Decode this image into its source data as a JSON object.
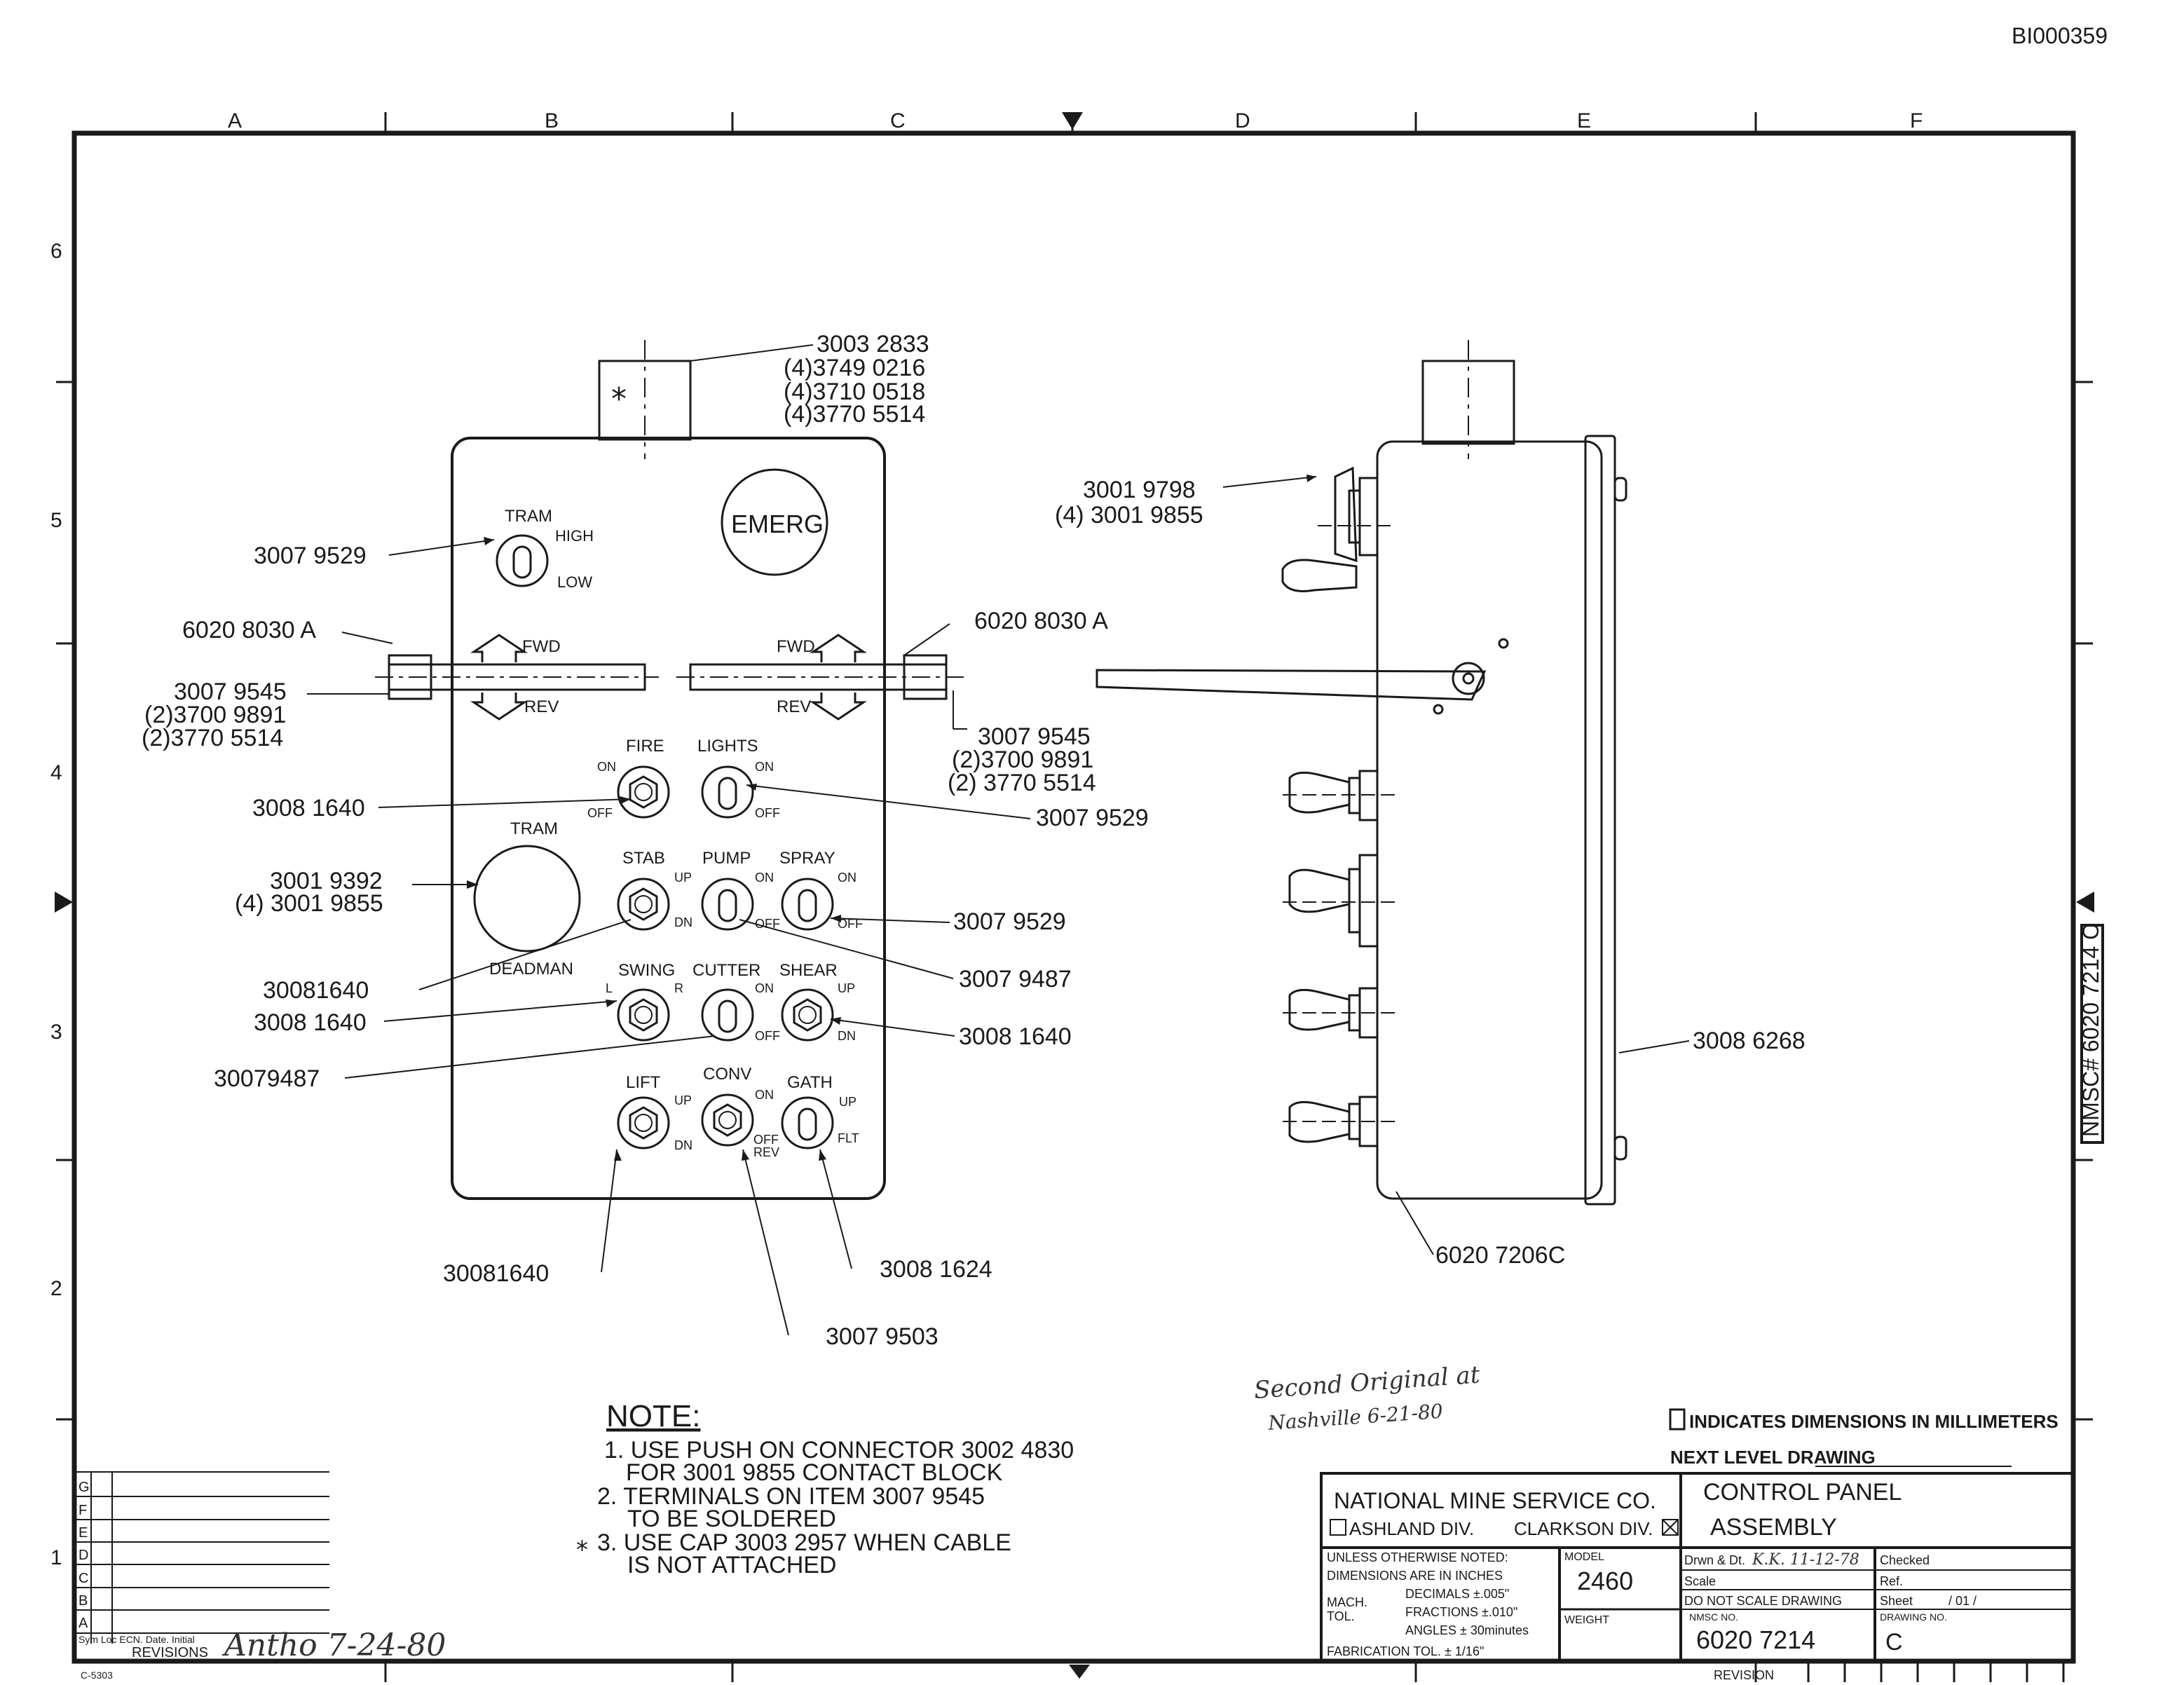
{
  "doc_id": "BI000359",
  "border": {
    "cols": [
      "A",
      "B",
      "C",
      "D",
      "E",
      "F"
    ],
    "rows": [
      "6",
      "5",
      "4",
      "3",
      "2",
      "1"
    ]
  },
  "front": {
    "emerg": "EMERG",
    "tram_label": "TRAM",
    "tram_high": "HIGH",
    "tram_low": "LOW",
    "fwd_left": "FWD",
    "rev_left": "REV",
    "fwd_right": "FWD",
    "rev_right": "REV",
    "fire": "FIRE",
    "fire_on": "ON",
    "fire_off": "OFF",
    "lights": "LIGHTS",
    "lights_on": "ON",
    "lights_off": "OFF",
    "tram2": "TRAM",
    "deadman": "DEADMAN",
    "stab": "STAB",
    "stab_up": "UP",
    "stab_dn": "DN",
    "pump": "PUMP",
    "pump_on": "ON",
    "pump_off": "OFF",
    "spray": "SPRAY",
    "spray_on": "ON",
    "spray_off": "OFF",
    "swing": "SWING",
    "swing_l": "L",
    "swing_r": "R",
    "cutter": "CUTTER",
    "cutter_on": "ON",
    "cutter_off": "OFF",
    "shear": "SHEAR",
    "shear_up": "UP",
    "shear_dn": "DN",
    "lift": "LIFT",
    "lift_up": "UP",
    "lift_dn": "DN",
    "conv": "CONV",
    "conv_on": "ON",
    "conv_off": "OFF",
    "conv_rev": "REV",
    "gath": "GATH",
    "gath_up": "UP",
    "gath_flt": "FLT"
  },
  "callouts": {
    "top1": "3003 2833",
    "top2": "(4)3749 0216",
    "top3": "(4)3710 0518",
    "top4": "(4)3770 5514",
    "tram_sw": "3007 9529",
    "handle_left": "6020 8030 A",
    "handle_right": "6020 8030 A",
    "lever_left1": "3007 9545",
    "lever_left2": "(2)3700 9891",
    "lever_left3": "(2)3770 5514",
    "lever_right1": "3007 9545",
    "lever_right2": "(2)3700 9891",
    "lever_right3": "(2) 3770 5514",
    "fire_sw": "3008 1640",
    "lights_sw": "3007 9529",
    "deadman1": "3001 9392",
    "deadman2": "(4) 3001 9855",
    "spray_sw": "3007 9529",
    "stab_sw": "30081640",
    "pump_sw": "3007 9487",
    "swing_sw": "3008 1640",
    "shear_sw": "3008 1640",
    "cutter_sw": "30079487",
    "lift_sw": "30081640",
    "gath_sw": "3008 1624",
    "conv_sw": "3007 9503",
    "side_top1": "3001 9798",
    "side_top2": "(4) 3001 9855",
    "side_box": "3008 6268",
    "side_bottom": "6020 7206C"
  },
  "note": {
    "title": "NOTE:",
    "l1": "1. USE PUSH ON CONNECTOR 3002 4830",
    "l2": "FOR 3001 9855 CONTACT BLOCK",
    "l3": "2. TERMINALS ON ITEM 3007 9545",
    "l4": "TO BE SOLDERED",
    "l5": "3. USE CAP 3003 2957 WHEN CABLE",
    "l6": "IS NOT ATTACHED"
  },
  "handwritten": {
    "second1": "Second Original at",
    "second2": "Nashville 6-21-80",
    "revision": "Antho 7-24-80"
  },
  "legend_mm": "INDICATES DIMENSIONS IN MILLIMETERS",
  "next_level": "NEXT LEVEL DRAWING",
  "side_stamp": "NMSC# 6020 7214 C",
  "revisions": {
    "letters": [
      "G",
      "F",
      "E",
      "D",
      "C",
      "B",
      "A"
    ],
    "footer": "Sym Loc ECN. Date. Initial",
    "label": "REVISIONS",
    "form_no": "C-5303"
  },
  "title_block": {
    "company": "NATIONAL MINE SERVICE CO.",
    "ashland": "ASHLAND DIV.",
    "clarkson": "CLARKSON DIV.",
    "title1": "CONTROL PANEL",
    "title2": "ASSEMBLY",
    "unless": "UNLESS OTHERWISE NOTED:",
    "dims": "DIMENSIONS ARE IN INCHES",
    "mach": "MACH.",
    "tol": "TOL.",
    "decimals": "DECIMALS ±.005\"",
    "fractions": "FRACTIONS ±.010\"",
    "angles": "ANGLES ± 30minutes",
    "fab": "FABRICATION TOL. ± 1/16\"",
    "model_label": "MODEL",
    "model": "2460",
    "weight_label": "WEIGHT",
    "drwn": "Drwn & Dt.",
    "drwn_val": "K.K. 11-12-78",
    "checked": "Checked",
    "scale": "Scale",
    "ref": "Ref.",
    "do_not_scale": "DO NOT SCALE DRAWING",
    "sheet": "Sheet",
    "sheet_val": "/ 01 /",
    "nmsc_label": "NMSC NO.",
    "nmsc": "6020 7214",
    "drawing_no_label": "DRAWING NO.",
    "drawing_no": "C",
    "revision": "REVISION"
  }
}
